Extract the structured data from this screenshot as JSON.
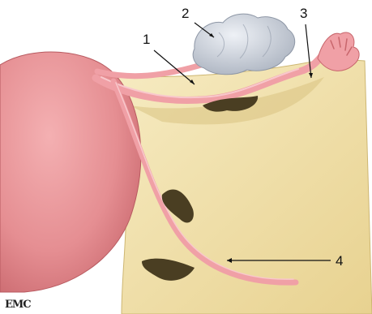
{
  "figure": {
    "callouts": [
      {
        "id": "1",
        "label": "1"
      },
      {
        "id": "2",
        "label": "2"
      },
      {
        "id": "3",
        "label": "3"
      },
      {
        "id": "4",
        "label": "4"
      }
    ],
    "logo": "EMC"
  },
  "colors": {
    "ligament": "#f2e4b0",
    "ligament_shadow": "#d9c382",
    "uterus": "#e58e92",
    "uterus_dark": "#c8666c",
    "tube": "#f0a0a6",
    "ovary": "#c4cbd6",
    "opening": "#4a3e22"
  }
}
